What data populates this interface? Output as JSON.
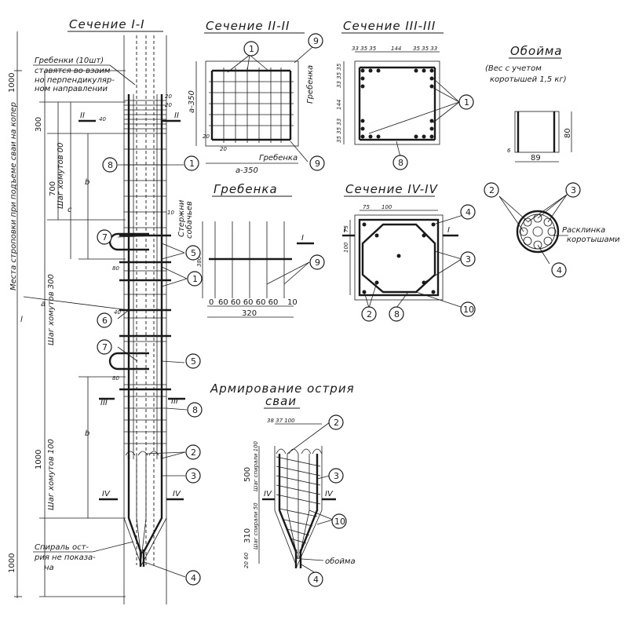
{
  "titles": {
    "sec1": "Сечение I-I",
    "sec2": "Сечение II-II",
    "sec3": "Сечение III-III",
    "sec4": "Сечение IV-IV",
    "comb": "Гребенка",
    "clip": "Обойма",
    "tip_1": "Армирование острия",
    "tip_2": "сваи"
  },
  "notes": {
    "clip_1": "(Вес с учетом",
    "clip_2": "коротышей 1,5 кг)",
    "lift": "Места строповки при подъеме сваи на копер",
    "combs_1": "Гребенки (10шт)",
    "combs_2": "ставятся во взаим",
    "combs_3": "но перпендикуляр-",
    "combs_4": "ном направлении",
    "spiral_1": "Спираль ост-",
    "spiral_2": "рия не показа-",
    "spiral_3": "на",
    "weld_1": "Стержни",
    "weld_2": "собачьев",
    "comb_s2a": "Гребенка",
    "comb_s2b": "Гребенка",
    "wedge_1": "Расклинка",
    "wedge_2": "коротышами",
    "clip_lbl": "обойма",
    "step_300": "Шаг хомутов 300",
    "step_100": "Шаг хомутов 100",
    "step_700": "Шаг хомутов 00",
    "tip_step": "Шаг спирали 100",
    "tip_step2": "Шаг спирали 50",
    "d_a": "a",
    "d_b": "b",
    "d_c": "c",
    "d_l": "l"
  },
  "dims": {
    "d1000": "1000",
    "d300": "300",
    "d700": "700",
    "d1000b": "1000",
    "d1000c": "1000",
    "d100": "100",
    "d20a": "20",
    "d20b": "20",
    "d40": "40",
    "d10": "10",
    "d80": "80",
    "d80b": "80",
    "a350": "a-350",
    "a350v": "a-350",
    "d20c": "20",
    "d20d": "20",
    "s3top": "33 35 35",
    "s3mid": "144",
    "s3r": "35 35 33",
    "s3left1": "33 35 35",
    "s3left2": "144",
    "s3left3": "35 35 33",
    "c380": "380",
    "c60": "60 60 60 60 60",
    "c0": "0",
    "c10": "10",
    "c320": "320",
    "s4_75": "75",
    "s4_100": "100",
    "s4_75v": "75",
    "s4_100v": "100",
    "clip80": "80",
    "clip89": "89",
    "clip6": "6",
    "tip_t": "38 37 100",
    "tip500": "500",
    "tip310": "310",
    "tip60": "20 60"
  },
  "callouts": [
    "1",
    "2",
    "3",
    "4",
    "5",
    "6",
    "7",
    "8",
    "9",
    "10"
  ],
  "marks": {
    "II": "II",
    "III": "III",
    "IV": "IV",
    "I": "I"
  }
}
